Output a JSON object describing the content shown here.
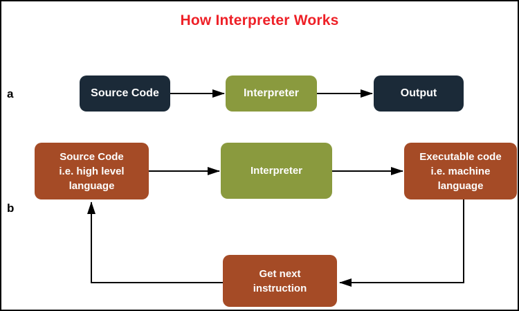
{
  "colors": {
    "box-dark": "#1b2a38",
    "box-olive": "#8a9a3e",
    "box-brown": "#a54b26",
    "title-red": "#ee2027",
    "line-black": "#000000",
    "text-white": "#fdfdfd"
  },
  "diagram": {
    "title": "How Interpreter Works",
    "row_a": {
      "label": "a",
      "boxes": [
        {
          "text": "Source Code"
        },
        {
          "text": "Interpreter"
        },
        {
          "text": "Output"
        }
      ]
    },
    "row_b": {
      "label": "b",
      "boxes": [
        {
          "text": "Source Code\ni.e. high level\nlanguage"
        },
        {
          "text": "Interpreter"
        },
        {
          "text": "Executable code\ni.e. machine\nlanguage"
        },
        {
          "text": "Get next\ninstruction"
        }
      ]
    }
  }
}
